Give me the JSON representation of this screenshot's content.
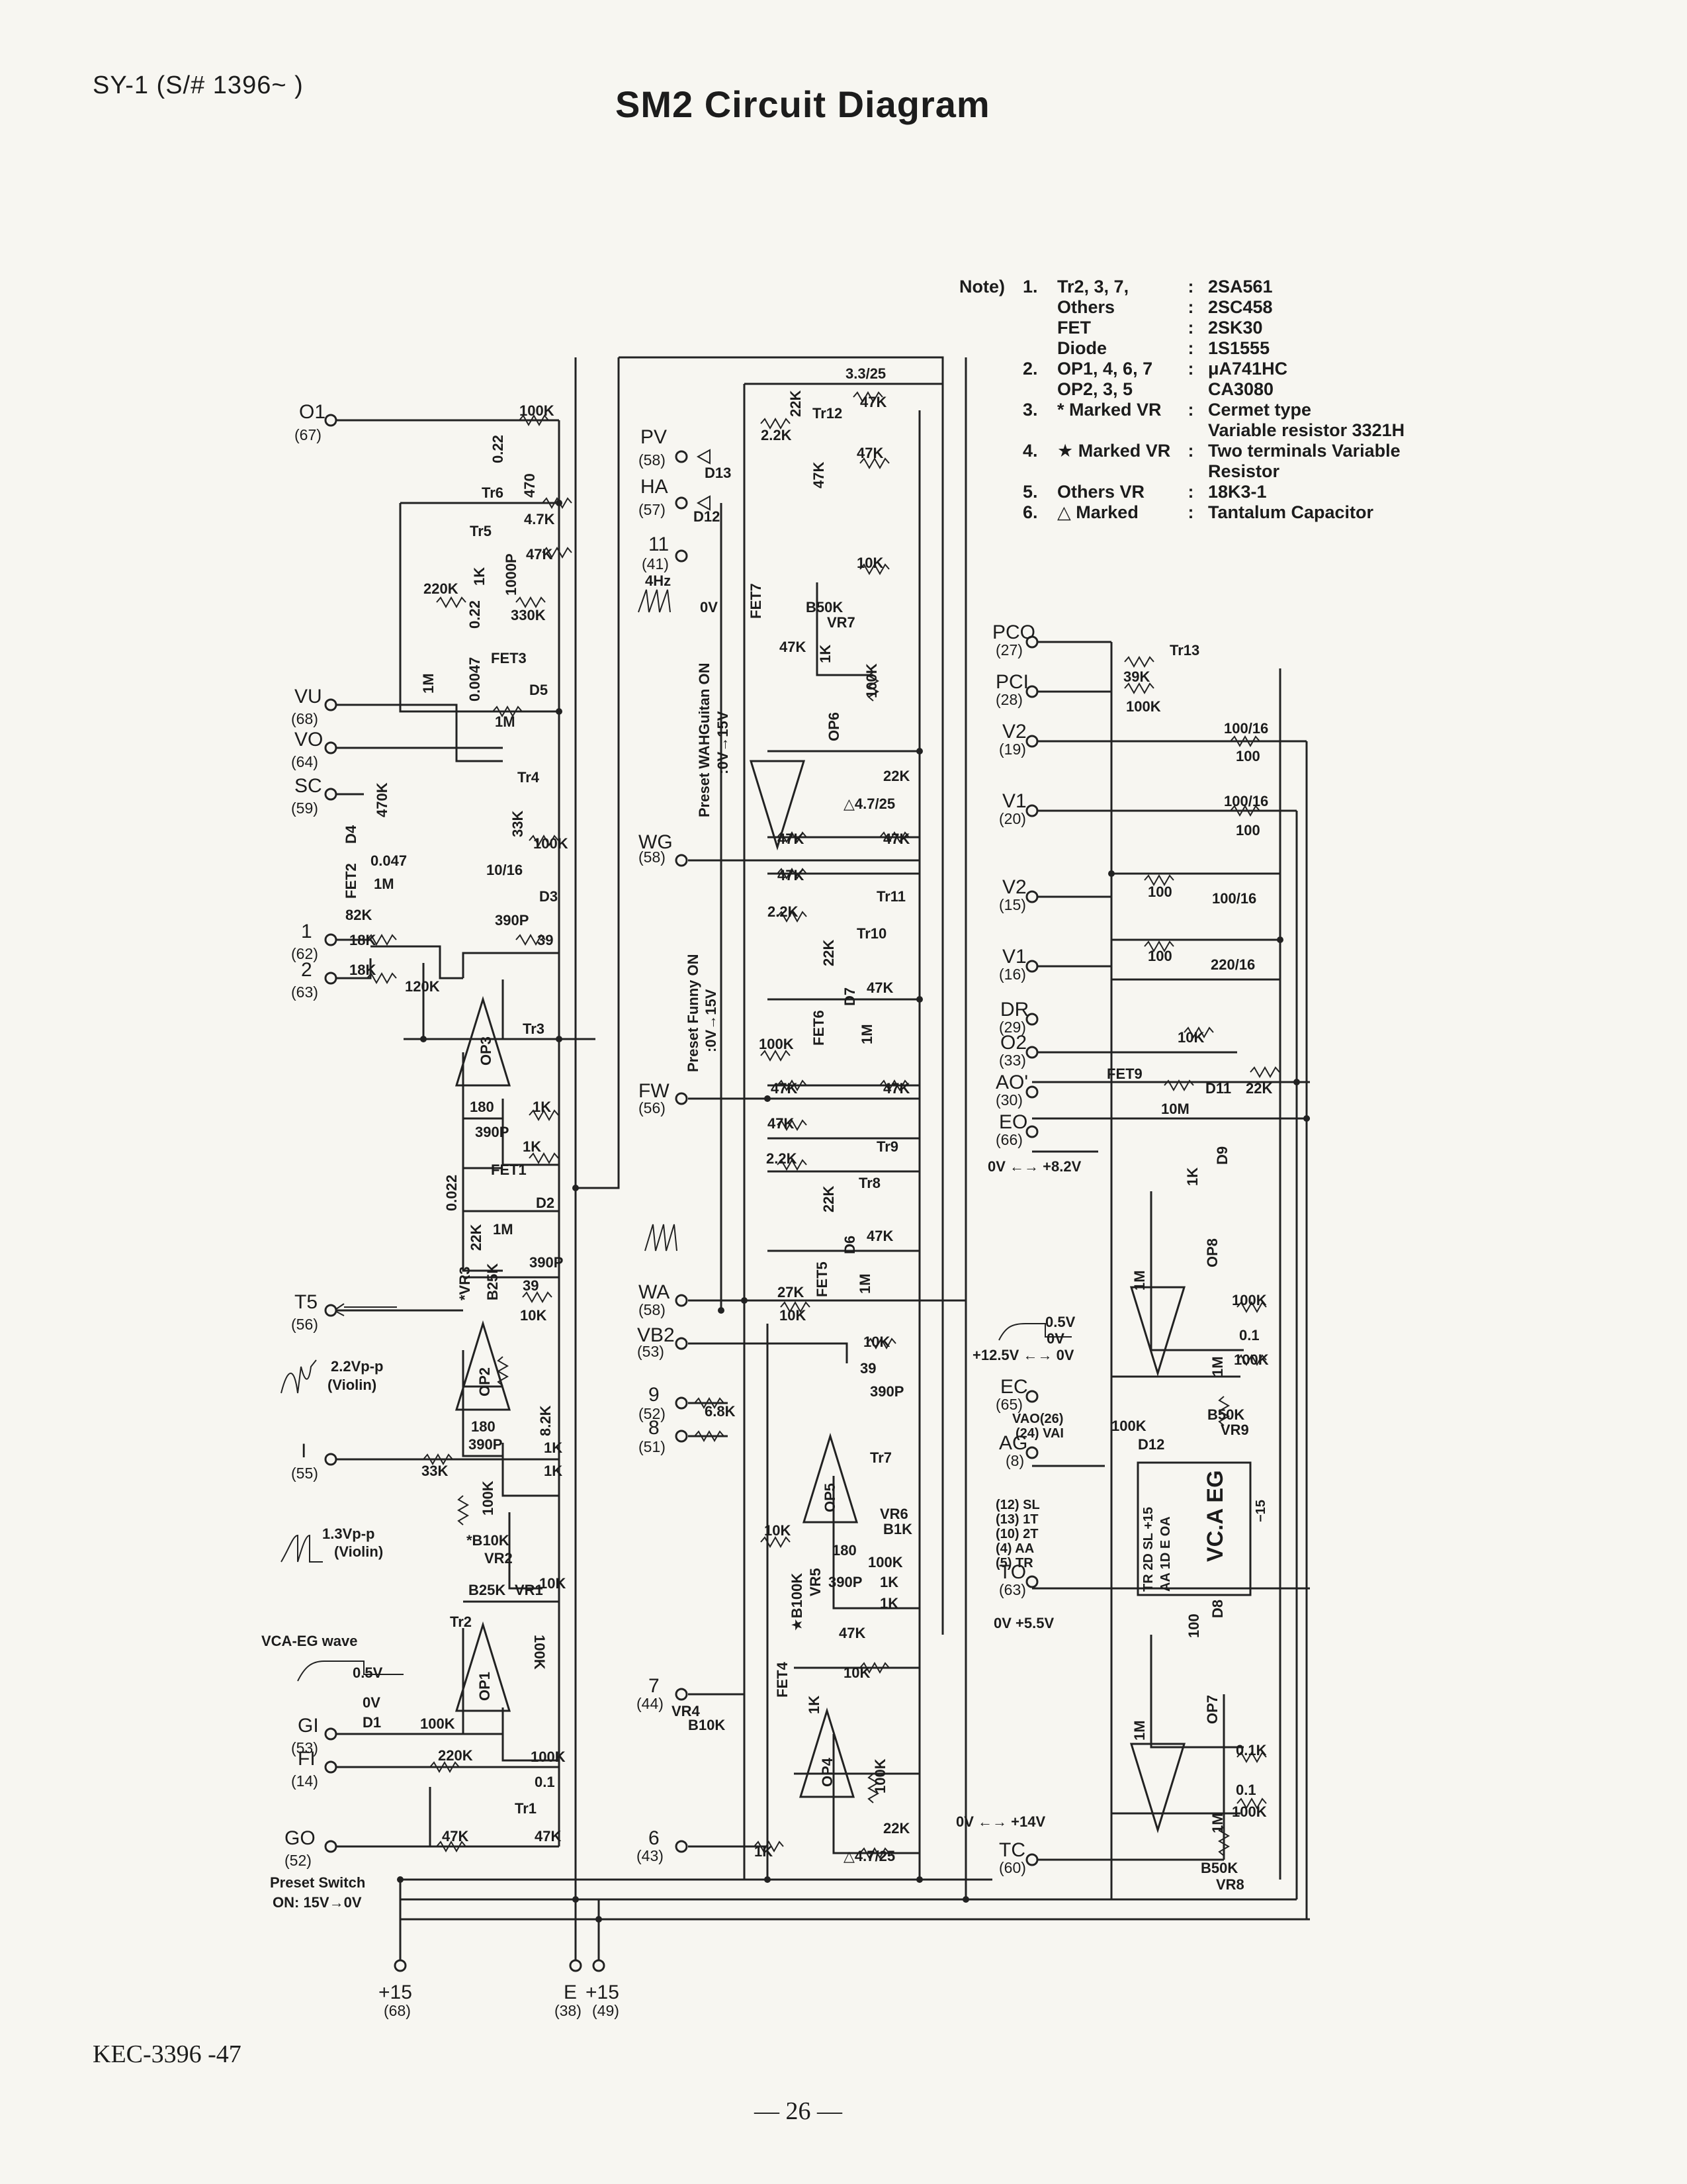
{
  "header": {
    "model": "SY-1  (S/#  1396~      )",
    "title": "SM2 Circuit Diagram"
  },
  "footer": {
    "doc_code": "KEC-3396 -47",
    "page_number": "— 26 —"
  },
  "notes": [
    {
      "head": "Note)",
      "num": "1.",
      "item": "Tr2, 3, 7,",
      "sep": ":",
      "value": "2SA561"
    },
    {
      "head": "",
      "num": "",
      "item": "Others",
      "sep": ":",
      "value": "2SC458"
    },
    {
      "head": "",
      "num": "",
      "item": "FET",
      "sep": ":",
      "value": "2SK30"
    },
    {
      "head": "",
      "num": "",
      "item": "Diode",
      "sep": ":",
      "value": "1S1555"
    },
    {
      "head": "",
      "num": "2.",
      "item": "OP1, 4, 6, 7",
      "sep": ":",
      "value": "μA741HC"
    },
    {
      "head": "",
      "num": "",
      "item": "OP2, 3, 5",
      "sep": "",
      "value": "CA3080"
    },
    {
      "head": "",
      "num": "3.",
      "item": "* Marked  VR",
      "sep": ":",
      "value": "Cermet type"
    },
    {
      "head": "",
      "num": "",
      "item": "",
      "sep": "",
      "value": "Variable resistor 3321H"
    },
    {
      "head": "",
      "num": "4.",
      "item": "★ Marked  VR",
      "sep": ":",
      "value": "Two terminals Variable"
    },
    {
      "head": "",
      "num": "",
      "item": "",
      "sep": "",
      "value": "Resistor"
    },
    {
      "head": "",
      "num": "5.",
      "item": "Others  VR",
      "sep": ":",
      "value": "18K3-1"
    },
    {
      "head": "",
      "num": "6.",
      "item": "△ Marked",
      "sep": ":",
      "value": "Tantalum Capacitor"
    }
  ],
  "terminals": {
    "o1": {
      "name": "O1",
      "pin": "(67)"
    },
    "vu": {
      "name": "VU",
      "pin": "(68)"
    },
    "vo": {
      "name": "VO",
      "pin": "(64)"
    },
    "sc": {
      "name": "SC",
      "pin": "(59)"
    },
    "t1": {
      "name": "1",
      "pin": "(62)"
    },
    "t2": {
      "name": "2",
      "pin": "(63)"
    },
    "t5": {
      "name": "T5",
      "pin": "(56)"
    },
    "i": {
      "name": "I",
      "pin": "(55)"
    },
    "gi": {
      "name": "GI",
      "pin": "(53)"
    },
    "fi": {
      "name": "FI",
      "pin": "(14)"
    },
    "go": {
      "name": "GO",
      "pin": "(52)"
    },
    "pv": {
      "name": "PV",
      "pin": "(58)"
    },
    "ha": {
      "name": "HA",
      "pin": "(57)"
    },
    "t11": {
      "name": "11",
      "pin": "(41)"
    },
    "wg": {
      "name": "WG",
      "pin": "(58)"
    },
    "fw": {
      "name": "FW",
      "pin": "(56)"
    },
    "wa": {
      "name": "WA",
      "pin": "(58)"
    },
    "vb2": {
      "name": "VB2",
      "pin": "(53)"
    },
    "t9": {
      "name": "9",
      "pin": "(52)"
    },
    "t8": {
      "name": "8",
      "pin": "(51)"
    },
    "t7": {
      "name": "7",
      "pin": "(44)"
    },
    "t6": {
      "name": "6",
      "pin": "(43)"
    },
    "pco": {
      "name": "PCO",
      "pin": "(27)"
    },
    "pci": {
      "name": "PCI",
      "pin": "(28)"
    },
    "v2a": {
      "name": "V2",
      "pin": "(19)"
    },
    "v1a": {
      "name": "V1",
      "pin": "(20)"
    },
    "v2b": {
      "name": "V2",
      "pin": "(15)"
    },
    "v1b": {
      "name": "V1",
      "pin": "(16)"
    },
    "dr": {
      "name": "DR",
      "pin": "(29)"
    },
    "o2": {
      "name": "O2",
      "pin": "(33)"
    },
    "ao": {
      "name": "AO'",
      "pin": "(30)"
    },
    "eo": {
      "name": "EO",
      "pin": "(66)"
    },
    "ec": {
      "name": "EC",
      "pin": "(65)"
    },
    "ag": {
      "name": "AG",
      "pin": "(8)"
    },
    "to": {
      "name": "TO",
      "pin": "(63)"
    },
    "tc": {
      "name": "TC",
      "pin": "(60)"
    },
    "p15a": {
      "name": "+15",
      "pin": "(68)"
    },
    "e": {
      "name": "E",
      "pin": "(38)"
    },
    "p15b": {
      "name": "+15",
      "pin": "(49)"
    }
  },
  "components": {
    "r100k_a": "100K",
    "c022_a": "0.22",
    "r470": "470",
    "tr6": "Tr6",
    "r47k_a": "4.7K",
    "tr5": "Tr5",
    "r1k_a": "1K",
    "c1000p": "1000P",
    "r47k_b": "47K",
    "r220k_a": "220K",
    "c022_b": "0.22",
    "r330k": "330K",
    "fet3": "FET3",
    "r1m_a": "1M",
    "c0047": "0.0047",
    "d5": "D5",
    "r1m_b": "1M",
    "tr4": "Tr4",
    "r470k": "470K",
    "r33k": "33K",
    "r100k_b": "100K",
    "d4": "D4",
    "c0047b": "0.047",
    "fet2": "FET2",
    "r1m_c": "1M",
    "c1016": "10/16",
    "d3": "D3",
    "r82k": "82K",
    "c390p_a": "390P",
    "r39_a": "39",
    "r18k_a": "18K",
    "r18k_b": "18K",
    "r120k": "120K",
    "tr3": "Tr3",
    "op3": "OP3",
    "r180_a": "180",
    "r1k_b": "1K",
    "c390p_b": "390P",
    "r1k_c": "1K",
    "fet1": "FET1",
    "c022_c": "0.022",
    "d2": "D2",
    "r22k_a": "22K",
    "r1m_d": "1M",
    "vr3": "*VR3",
    "b25k_a": "B25K",
    "c390p_c": "390P",
    "r39_b": "39",
    "r10k_a": "10K",
    "op2": "OP2",
    "r180_b": "180",
    "c390p_d": "390P",
    "r82k_b": "8.2K",
    "r33k_b": "33K",
    "r1k_d": "1K",
    "r1k_e": "1K",
    "r100k_c": "100K",
    "b10k": "*B10K",
    "vr2": "VR2",
    "b25k_b": "B25K",
    "vr1": "VR1",
    "r10k_b": "10K",
    "tr2": "Tr2",
    "r100k_d": "100K",
    "op1": "OP1",
    "d1": "D1",
    "r100k_e": "100K",
    "r220k_b": "220K",
    "r100k_f": "100K",
    "c01_a": "0.1",
    "tr1": "Tr1",
    "r47k_c": "47K",
    "r47k_d": "47K",
    "d13": "D13",
    "d12": "D12",
    "r22k_b": "22K",
    "c3325": "3.3/25",
    "r22k_c": "2.2K",
    "tr12": "Tr12",
    "r47k_e": "47K",
    "r47k_f": "47K",
    "r47k_g": "47K",
    "fet7": "FET7",
    "r10k_c": "10K",
    "b50k_a": "B50K",
    "vr7": "VR7",
    "r47k_h": "47K",
    "r1k_f": "1K",
    "r100k_g": "100K",
    "op6": "OP6",
    "r22k_d": "22K",
    "c4725_a": "△4.7/25",
    "r47k_i": "47K",
    "r47k_j": "47K",
    "r47k_k": "47K",
    "tr11": "Tr11",
    "r22k_e": "2.2K",
    "tr10": "Tr10",
    "r22k_f": "22K",
    "d7": "D7",
    "r47k_l": "47K",
    "fet6": "FET6",
    "r100k_h": "100K",
    "r1m_e": "1M",
    "r47k_m": "47K",
    "r47k_n": "47K",
    "r47k_o": "47K",
    "tr9": "Tr9",
    "r22k_g": "2.2K",
    "tr8": "Tr8",
    "r22k_h": "22K",
    "d6": "D6",
    "r47k_p": "47K",
    "r27k": "27K",
    "fet5": "FET5",
    "r10k_d": "10K",
    "r1m_f": "1M",
    "r10k_e": "10K",
    "r39_c": "39",
    "c390p_e": "390P",
    "r68k": "6.8K",
    "tr7": "Tr7",
    "op5": "OP5",
    "vr6": "VR6",
    "b1k": "B1K",
    "r10k_f": "10K",
    "r180_c": "180",
    "r100k_i": "100K",
    "c390p_f": "390P",
    "r1k_g": "1K",
    "r1k_h": "1K",
    "b100k": "★B100K",
    "vr5": "VR5",
    "r47k_q": "47K",
    "fet4": "FET4",
    "r10k_g": "10K",
    "vr4": "VR4",
    "b10k_b": "B10K",
    "r1k_i": "1K",
    "op4": "OP4",
    "r100k_j": "100K",
    "r22k_i": "22K",
    "r1k_j": "1K",
    "c4725_b": "△4.7/25",
    "tr13": "Tr13",
    "r39k": "39K",
    "r100k_k": "100K",
    "c10016_a": "100/16",
    "r100_a": "100",
    "c10016_b": "100/16",
    "r100_b": "100",
    "r100_c": "100",
    "c10016_c": "100/16",
    "r100_d": "100",
    "c22016": "220/16",
    "r10k_h": "10K",
    "fet9": "FET9",
    "d11": "D11",
    "r22k_j": "22K",
    "r10m": "10M",
    "r1k_k": "1K",
    "d9": "D9",
    "op8": "OP8",
    "r1m_g": "1M",
    "r100k_l": "100K",
    "c01_b": "0.1",
    "r100k_m": "100K",
    "r1m_h": "1M",
    "b50k_b": "B50K",
    "vr9": "VR9",
    "r100k_n": "100K",
    "d12b": "D12",
    "vcaeg": "VC.A  EG",
    "r100_e": "100",
    "d8": "D8",
    "op7": "OP7",
    "r1m_i": "1M",
    "c01k": "0.1K",
    "c01_c": "0.1",
    "r100k_o": "100K",
    "r1m_j": "1M",
    "b50k_c": "B50K",
    "vr8": "VR8"
  },
  "annotations": {
    "violin1": "2.2Vp-p",
    "violin1b": "(Violin)",
    "violin2": "1.3Vp-p",
    "violin2b": "(Violin)",
    "vcaeg_wave": "VCA-EG  wave",
    "v05a": "0.5V",
    "v0a": "0V",
    "preset_sw": "Preset Switch",
    "preset_sw_b": "ON:  15V→0V",
    "hz4": "4Hz",
    "zero_v": "0V",
    "preset_wah": "Preset WAHGuitan ON",
    "preset_wah_b": ":0V→15V",
    "preset_funny": "Preset Funny ON",
    "preset_funny_b": ":0V→15V",
    "eo_range": "0V ←→ +8.2V",
    "v05b": "0.5V",
    "v0b": "0V",
    "ec_range": "+12.5V ←→ 0V",
    "vao": "VAO(26)",
    "vai": "(24) VAI",
    "sl": "(12) SL",
    "t1t": "(13) 1T",
    "t2t": "(10) 2T",
    "aa": "(4) AA",
    "tr": "(5) TR",
    "eg_pins_a": "TR  2D  SL  +15",
    "eg_pins_b": "AA  1D  E    OA",
    "eg_m15": "−15",
    "to_range": "0V +5.5V",
    "tc_range": "0V ←→ +14V"
  }
}
